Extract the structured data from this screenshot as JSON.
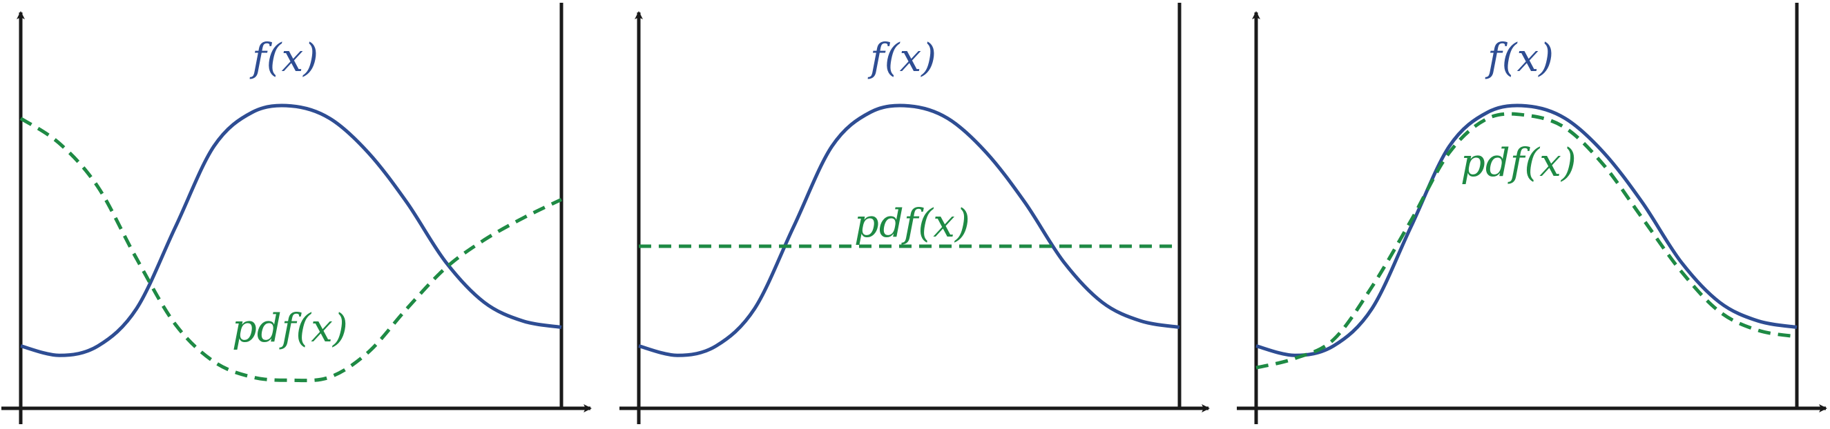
{
  "colors": {
    "f_curve": "#2e4d93",
    "pdf_curve": "#1e8a44",
    "axis": "#1a1a1a",
    "background": "#ffffff"
  },
  "labels": {
    "f": "f(x)",
    "pdf": "pdf(x)"
  },
  "panels": [
    {
      "f_values": [
        0.2,
        0.17,
        0.2,
        0.32,
        0.58,
        0.84,
        0.95,
        0.97,
        0.93,
        0.82,
        0.66,
        0.47,
        0.34,
        0.28,
        0.26
      ],
      "pdf_values": [
        0.93,
        0.85,
        0.71,
        0.48,
        0.27,
        0.15,
        0.1,
        0.09,
        0.1,
        0.18,
        0.32,
        0.45,
        0.54,
        0.61,
        0.67
      ],
      "pdf_style": "dashed"
    },
    {
      "f_values": [
        0.2,
        0.17,
        0.2,
        0.32,
        0.58,
        0.84,
        0.95,
        0.97,
        0.93,
        0.82,
        0.66,
        0.47,
        0.34,
        0.28,
        0.26
      ],
      "pdf_values": [
        0.52,
        0.52,
        0.52,
        0.52,
        0.52,
        0.52,
        0.52,
        0.52,
        0.52,
        0.52,
        0.52,
        0.52,
        0.52,
        0.52,
        0.52
      ],
      "pdf_style": "dashed"
    },
    {
      "f_values": [
        0.2,
        0.17,
        0.2,
        0.32,
        0.58,
        0.84,
        0.95,
        0.97,
        0.93,
        0.82,
        0.66,
        0.47,
        0.34,
        0.28,
        0.26
      ],
      "pdf_values": [
        0.13,
        0.16,
        0.22,
        0.39,
        0.6,
        0.82,
        0.93,
        0.94,
        0.9,
        0.78,
        0.61,
        0.44,
        0.31,
        0.25,
        0.23
      ],
      "pdf_style": "dashed"
    }
  ]
}
